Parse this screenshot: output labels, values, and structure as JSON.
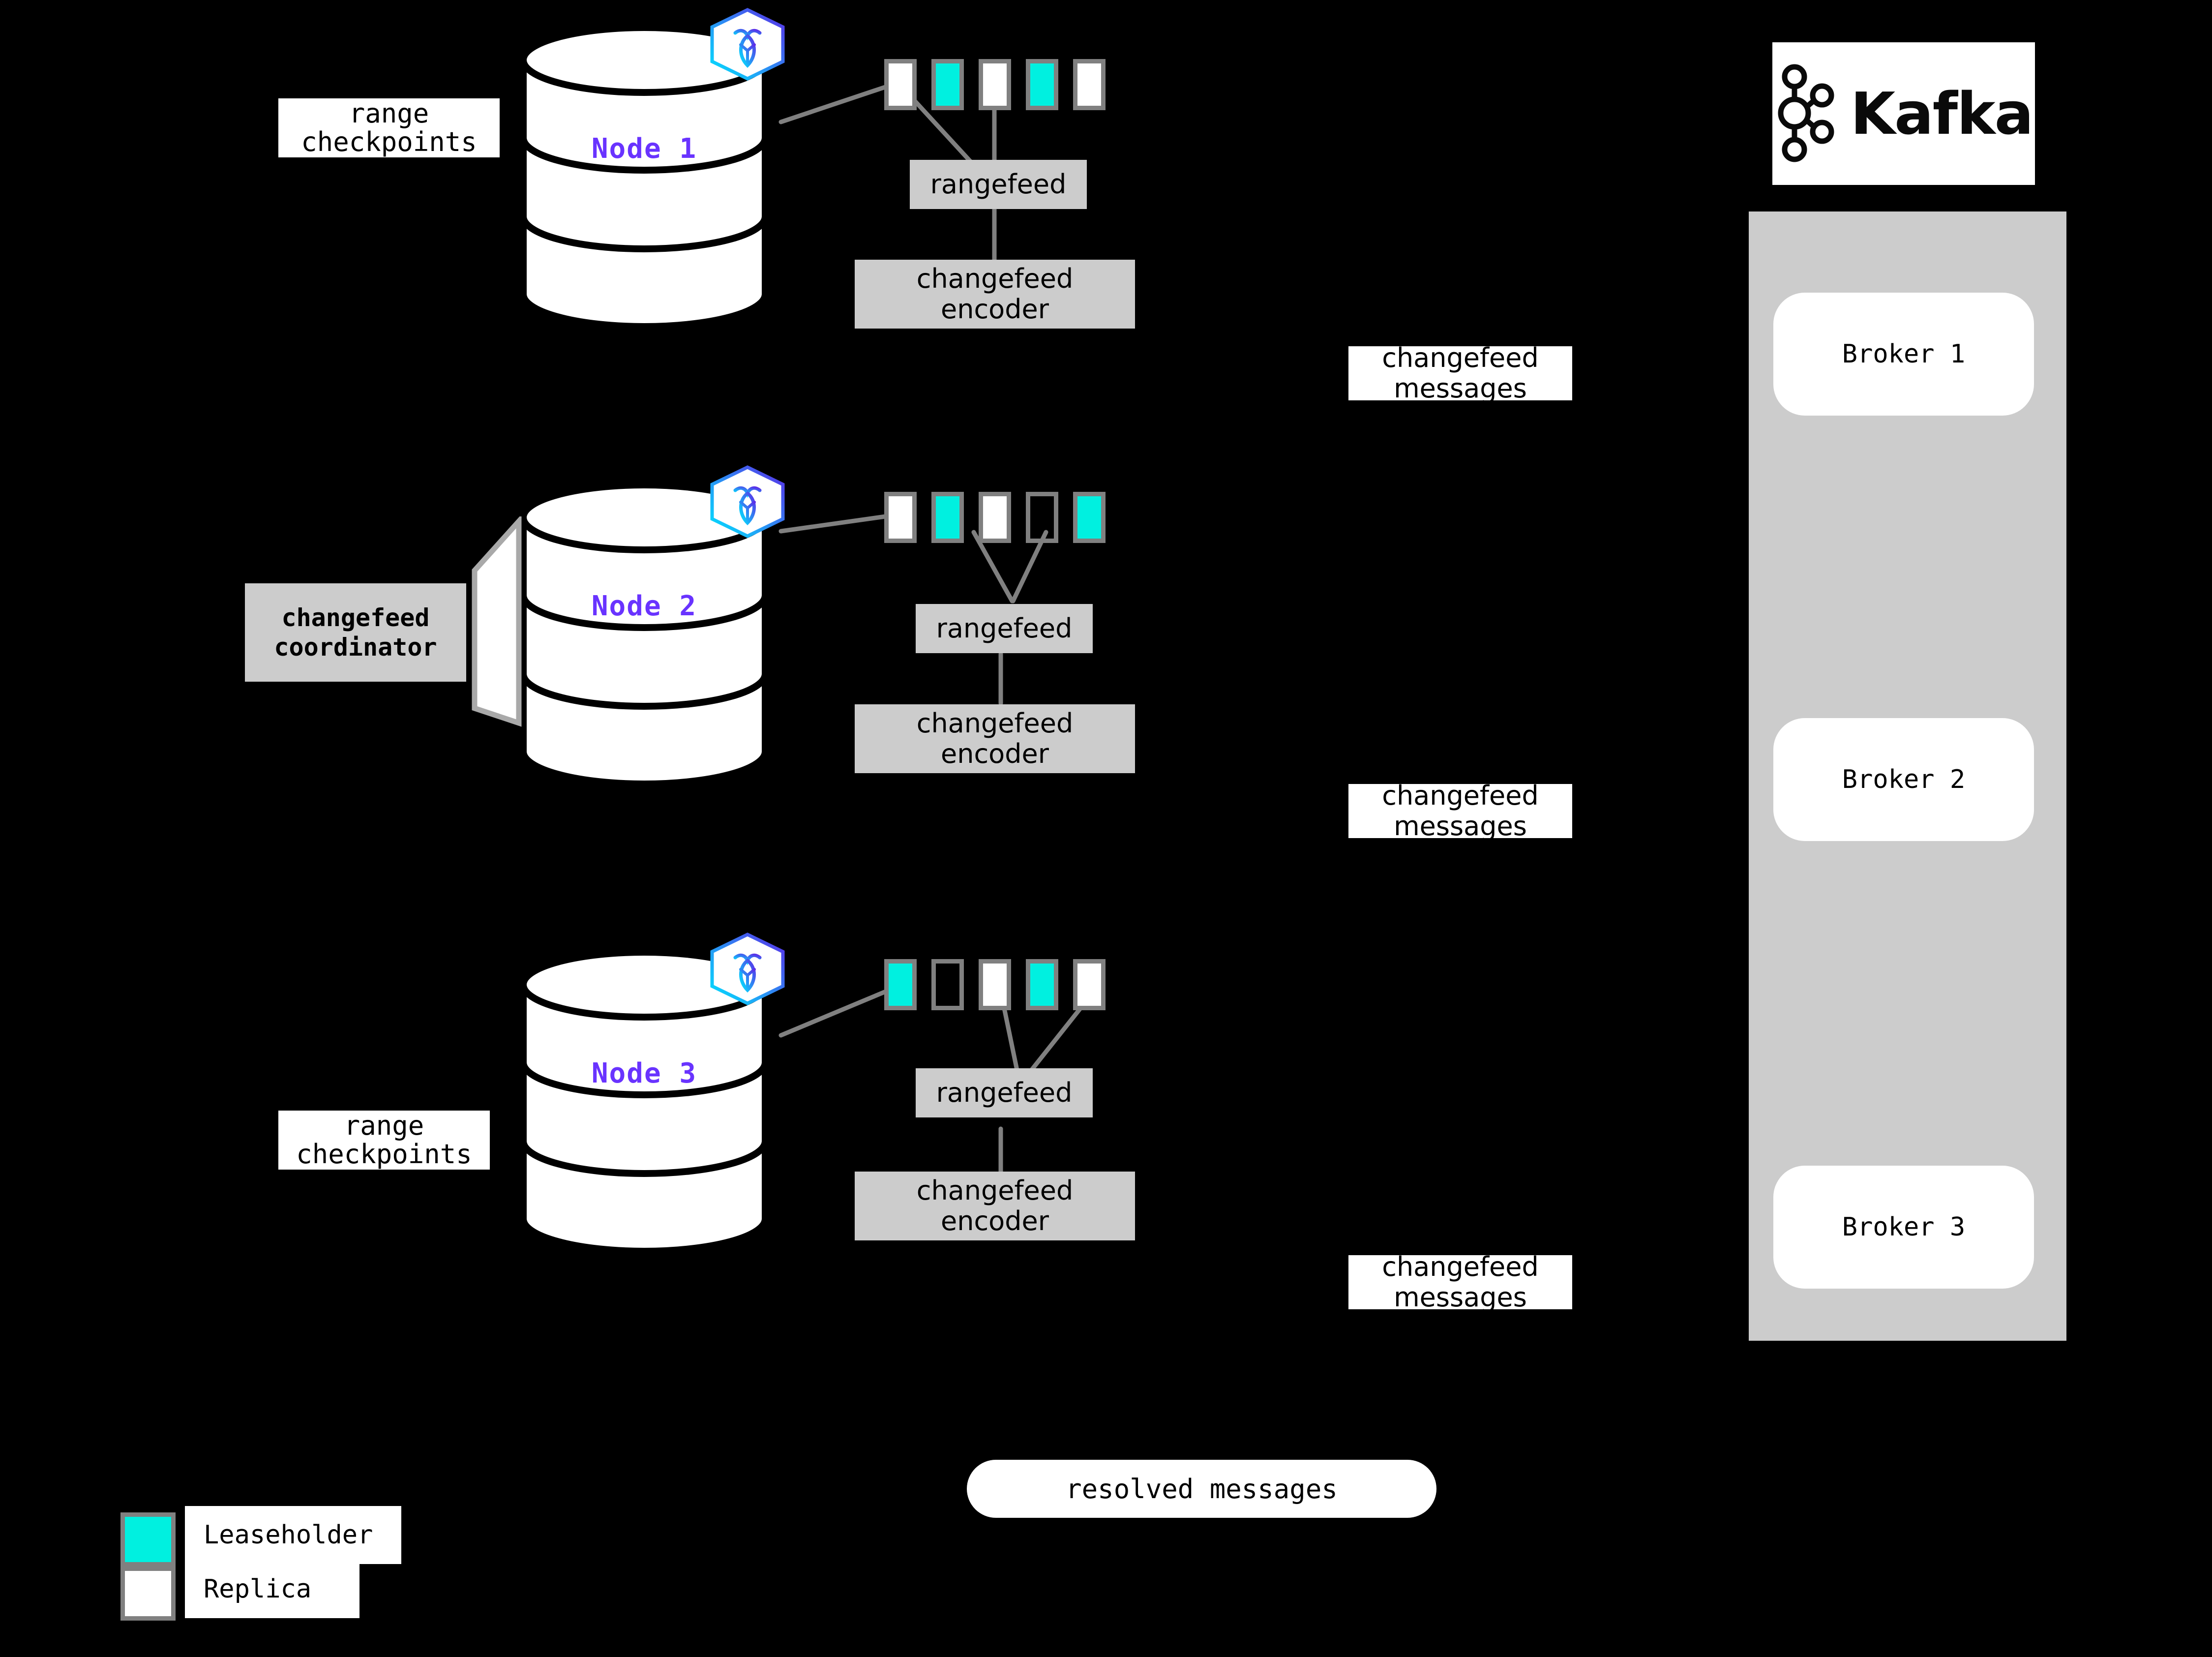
{
  "diagram": {
    "title": "CockroachDB changefeed to Kafka architecture",
    "background_color": "#000000",
    "colors": {
      "leaseholder": "#00f0e0",
      "replica": "#ffffff",
      "range_border": "#808080",
      "process_box": "#cccccc",
      "node_label": "#6933ff",
      "kafka_panel": "#cccccc",
      "connector": "#808080"
    }
  },
  "nodes": [
    {
      "label": "Node 1",
      "logo": "cockroachdb-hex-icon",
      "ranges": [
        {
          "kind": "replica"
        },
        {
          "kind": "leaseholder"
        },
        {
          "kind": "replica"
        },
        {
          "kind": "leaseholder"
        },
        {
          "kind": "replica"
        }
      ],
      "rangefeed_label": "rangefeed",
      "encoder_label": "changefeed\nencoder",
      "side_label": "range\ncheckpoints",
      "messages_label": "changefeed\nmessages"
    },
    {
      "label": "Node 2",
      "logo": "cockroachdb-hex-icon",
      "ranges": [
        {
          "kind": "replica"
        },
        {
          "kind": "leaseholder"
        },
        {
          "kind": "replica"
        },
        {
          "kind": "empty"
        },
        {
          "kind": "leaseholder"
        }
      ],
      "rangefeed_label": "rangefeed",
      "encoder_label": "changefeed\nencoder",
      "side_label": "changefeed\ncoordinator",
      "messages_label": "changefeed\nmessages"
    },
    {
      "label": "Node 3",
      "logo": "cockroachdb-hex-icon",
      "ranges": [
        {
          "kind": "leaseholder"
        },
        {
          "kind": "empty"
        },
        {
          "kind": "replica"
        },
        {
          "kind": "leaseholder"
        },
        {
          "kind": "replica"
        }
      ],
      "rangefeed_label": "rangefeed",
      "encoder_label": "changefeed\nencoder",
      "side_label": "range\ncheckpoints",
      "messages_label": "changefeed\nmessages"
    }
  ],
  "kafka": {
    "wordmark": "Kafka",
    "logo": "kafka-logo-icon",
    "brokers": [
      "Broker 1",
      "Broker 2",
      "Broker 3"
    ]
  },
  "resolved": {
    "label": "resolved messages"
  },
  "legend": {
    "items": [
      {
        "swatch": "leaseholder",
        "label": "Leaseholder"
      },
      {
        "swatch": "replica",
        "label": "Replica"
      }
    ]
  }
}
